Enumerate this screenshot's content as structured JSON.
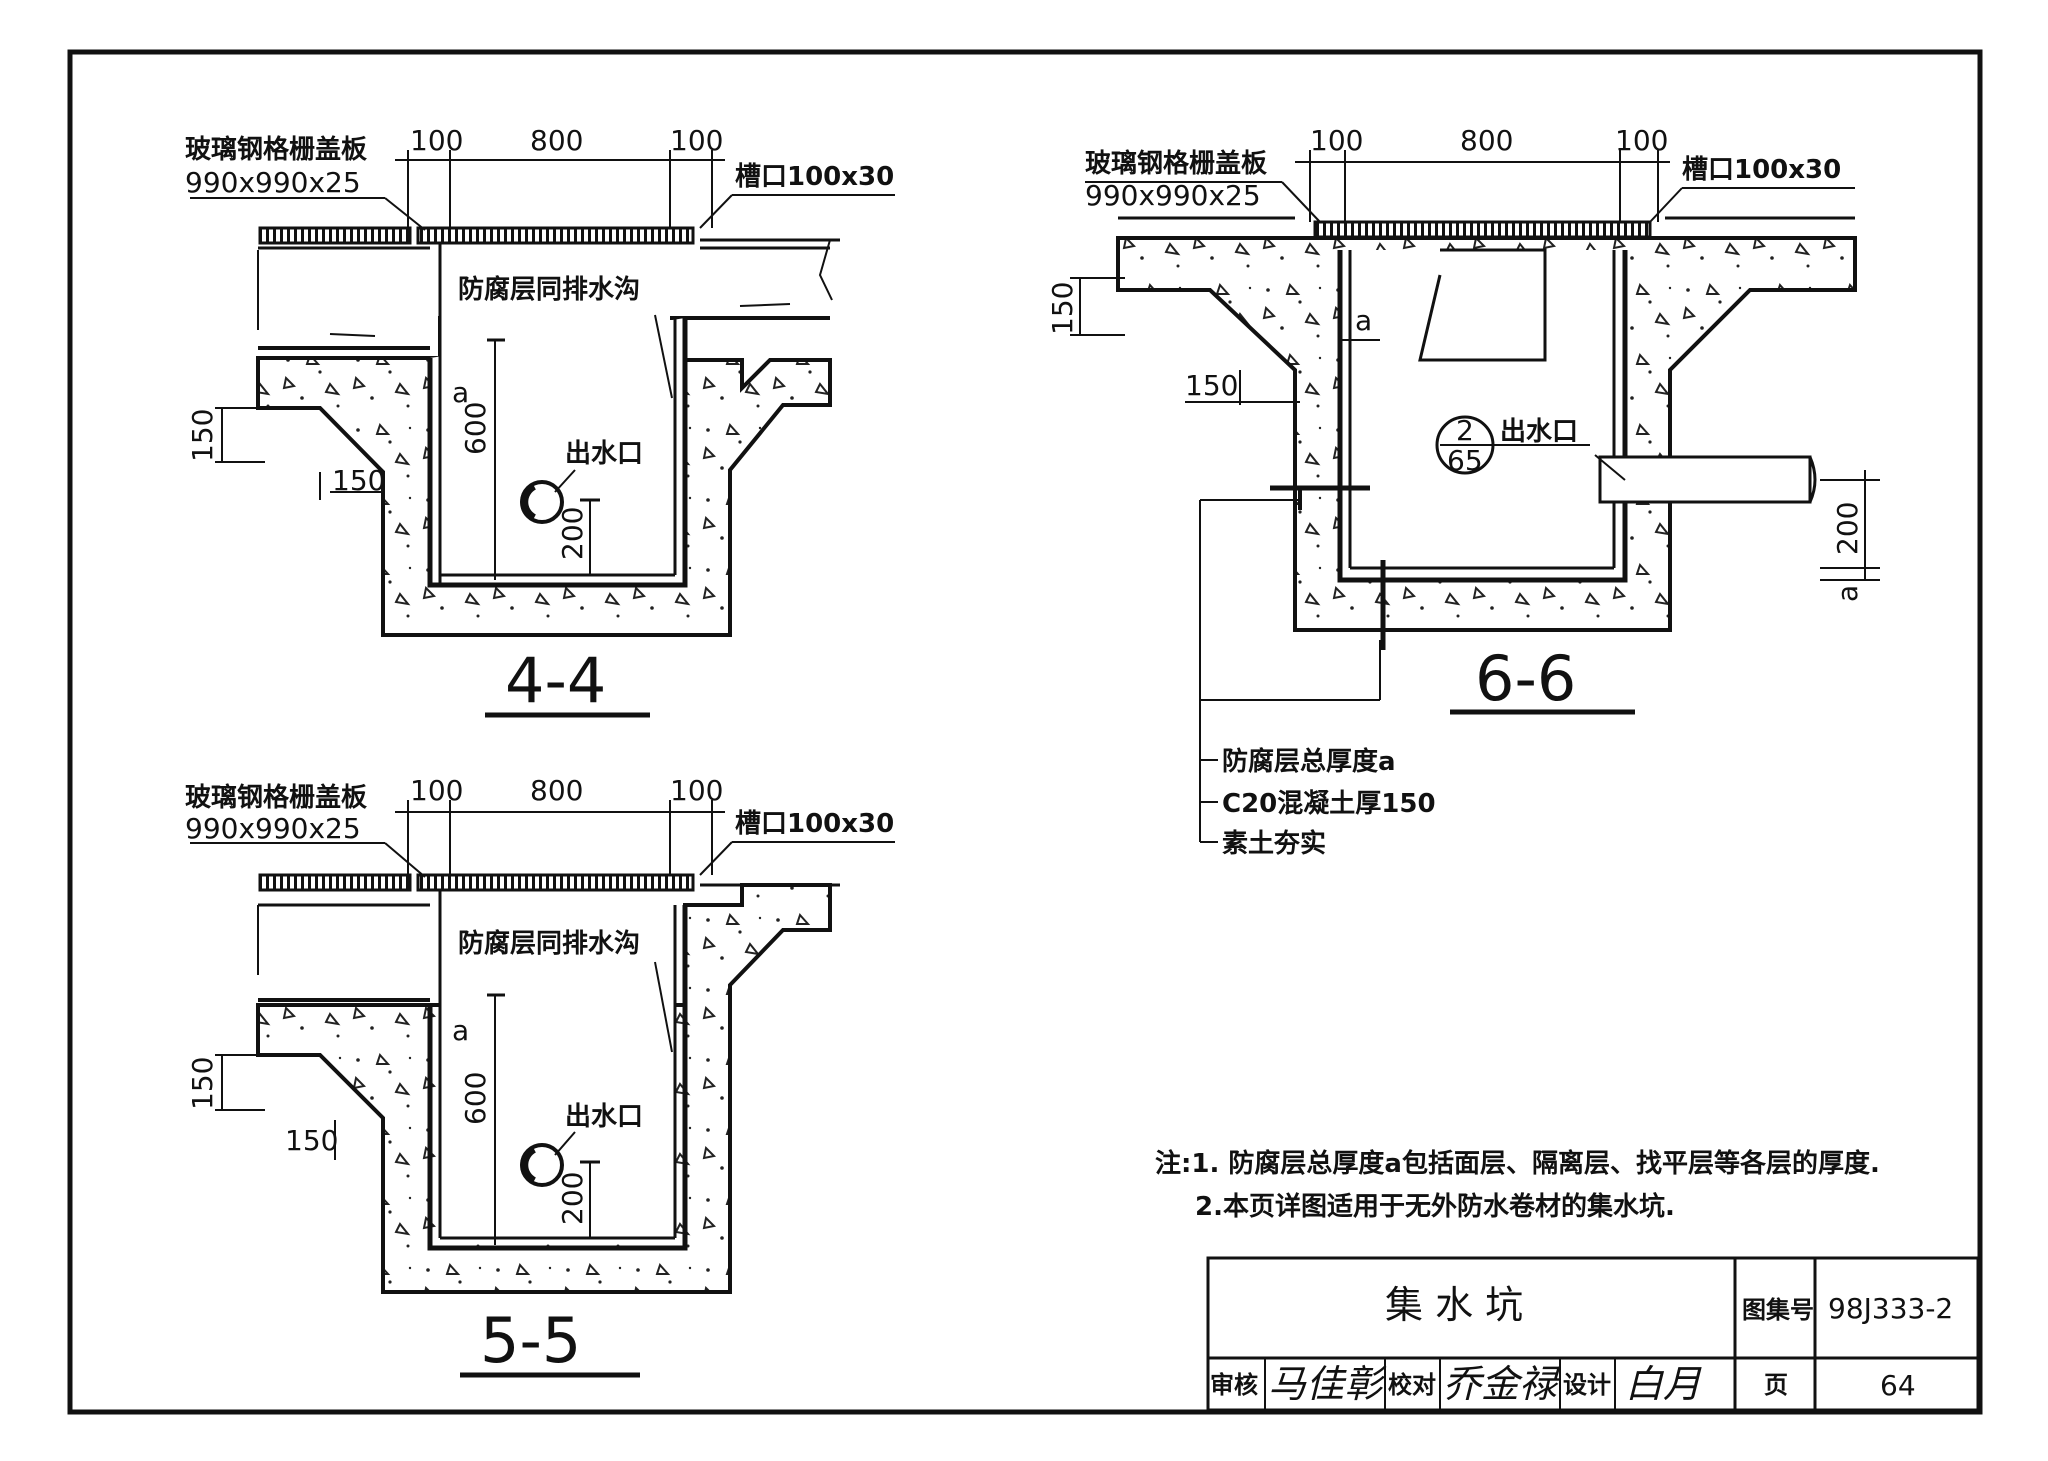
{
  "sections": {
    "s44": {
      "title": "4-4",
      "cover_name": "玻璃钢格栅盖板",
      "cover_size": "990x990x25",
      "dim_left": "100",
      "dim_mid": "800",
      "dim_right": "100",
      "slot": "槽口100x30",
      "channel": "防腐层同排水沟",
      "dim_depth": "600",
      "dim_outlet": "200",
      "outlet": "出水口",
      "a": "a",
      "dim_150_v": "150",
      "dim_150_h": "150"
    },
    "s55": {
      "title": "5-5",
      "cover_name": "玻璃钢格栅盖板",
      "cover_size": "990x990x25",
      "dim_left": "100",
      "dim_mid": "800",
      "dim_right": "100",
      "slot": "槽口100x30",
      "channel": "防腐层同排水沟",
      "dim_depth": "600",
      "dim_outlet": "200",
      "outlet": "出水口",
      "a": "a",
      "dim_150_v": "150",
      "dim_150_h": "150"
    },
    "s66": {
      "title": "6-6",
      "cover_name": "玻璃钢格栅盖板",
      "cover_size": "990x990x25",
      "dim_left": "100",
      "dim_mid": "800",
      "dim_right": "100",
      "slot": "槽口100x30",
      "dim_150_v": "150",
      "dim_150_h": "150",
      "ref_top": "2",
      "ref_bottom": "65",
      "outlet": "出水口",
      "dim_200": "200",
      "a": "a",
      "layers": [
        "防腐层总厚度a",
        "C20混凝土厚150",
        "素土夯实"
      ]
    }
  },
  "notes": {
    "line1": "注:1. 防腐层总厚度a包括面层、隔离层、找平层等各层的厚度.",
    "line2": "2.本页详图适用于无外防水卷材的集水坑."
  },
  "title_block": {
    "drawing_title": "集  水  坑",
    "atlas_label": "图集号",
    "atlas_no": "98J333-2",
    "review_label": "审核",
    "review_sig": "马佳彰",
    "check_label": "校对",
    "check_sig": "乔金禄",
    "design_label": "设计",
    "design_sig": "白月",
    "page_label": "页",
    "page_no": "64"
  }
}
